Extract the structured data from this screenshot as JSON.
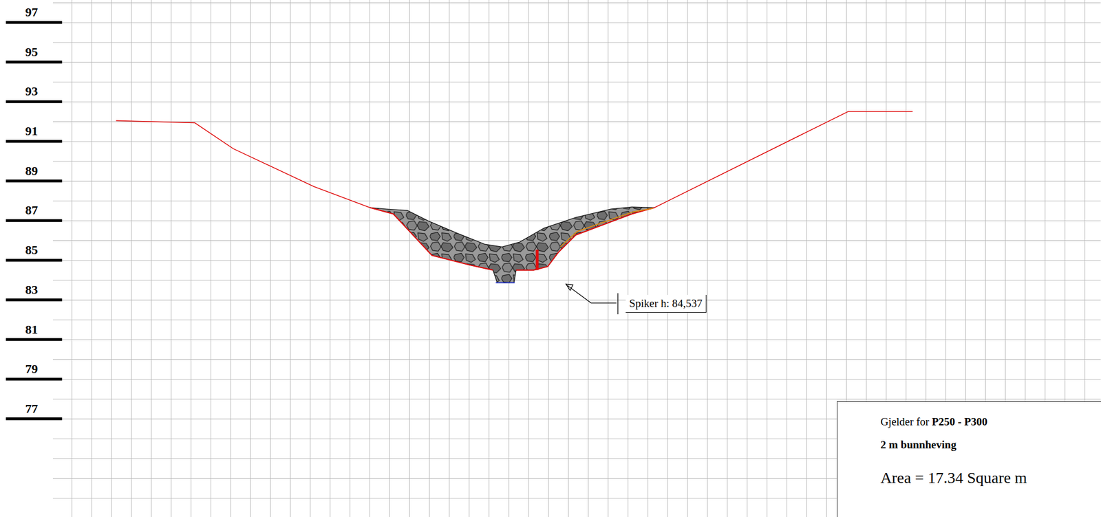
{
  "diagram": {
    "nodes": [
      {
        "text": [
          "Spiker h: 84,537"
        ]
      },
      {
        "text": [
          "Gjelder for P250 - P300",
          "2 m bunnheving",
          "Area = 17.34 Square m"
        ]
      }
    ],
    "labels": [
      "97",
      "95",
      "93",
      "91",
      "89",
      "87",
      "85",
      "83",
      "81",
      "79",
      "77"
    ]
  }
}
